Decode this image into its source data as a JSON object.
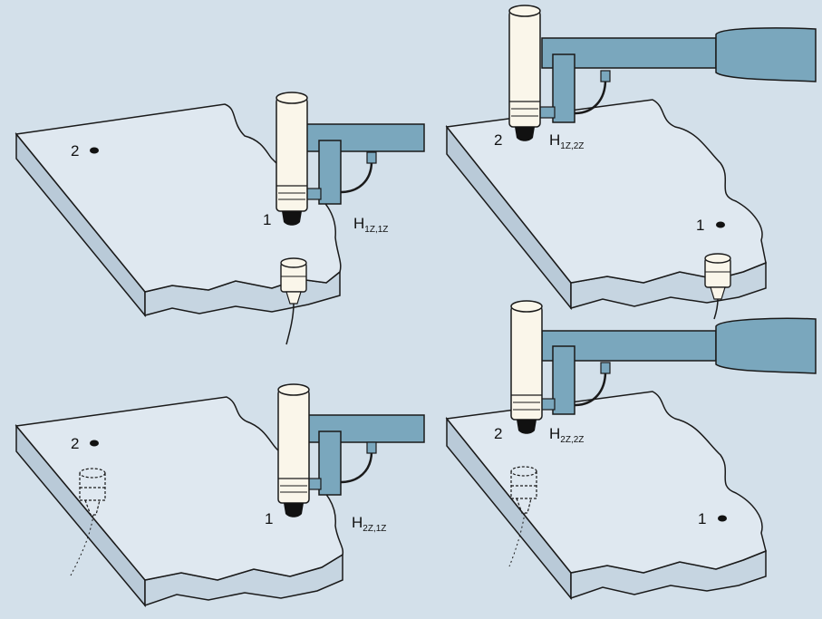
{
  "colors": {
    "background": "#d3e0ea",
    "plate": "#dfe8f0",
    "probe_body": "#faf6ea",
    "arm": "#7aa7bd",
    "line": "#1a1a1a"
  },
  "panels": [
    {
      "point_a": "2",
      "point_b": "1",
      "h_main": "H",
      "h_sub": "1Z,1Z"
    },
    {
      "point_a": "2",
      "point_b": "1",
      "h_main": "H",
      "h_sub": "1Z,2Z"
    },
    {
      "point_a": "2",
      "point_b": "1",
      "h_main": "H",
      "h_sub": "2Z,1Z"
    },
    {
      "point_a": "2",
      "point_b": "1",
      "h_main": "H",
      "h_sub": "2Z,2Z"
    }
  ]
}
